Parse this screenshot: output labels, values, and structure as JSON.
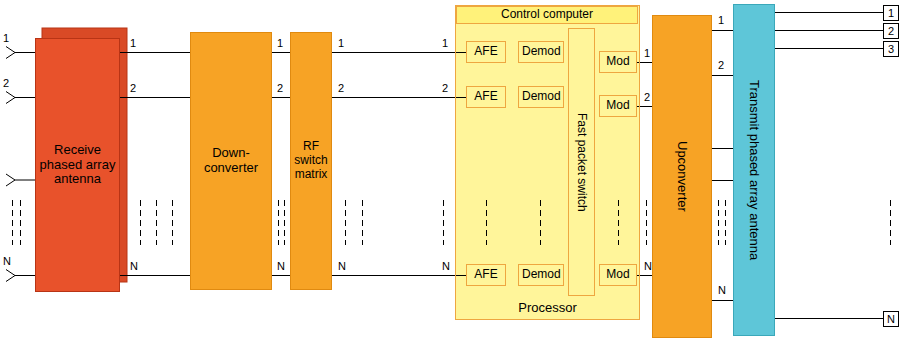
{
  "diagram": {
    "nodes": [
      {
        "text": [
          "Receive phased array antenna"
        ]
      },
      {
        "text": [
          "Down- converter"
        ]
      },
      {
        "text": [
          "RF switch matrix"
        ]
      },
      {
        "text": [
          "Processor"
        ]
      },
      {
        "text": [
          "Control computer"
        ],
        "in": 3
      },
      {
        "text": [
          "AFE"
        ],
        "in": 3
      },
      {
        "text": [
          "Demod"
        ],
        "in": 3
      },
      {
        "text": [
          "Mod"
        ],
        "in": 3
      },
      {
        "text": [
          "AFE"
        ],
        "in": 3
      },
      {
        "text": [
          "Demod"
        ],
        "in": 3
      },
      {
        "text": [
          "Mod"
        ],
        "in": 3
      },
      {
        "text": [
          "AFE"
        ],
        "in": 3
      },
      {
        "text": [
          "Demod"
        ],
        "in": 3
      },
      {
        "text": [
          "Mod"
        ],
        "in": 3
      },
      {
        "text": [
          "Fast packet switch"
        ],
        "in": 3
      },
      {
        "text": [
          "Upconverter"
        ]
      },
      {
        "text": [
          "Transmit phased array antenna"
        ]
      }
    ],
    "edges": [
      {
        "from": 0,
        "to": 1,
        "arrow": "none"
      },
      {
        "from": 0,
        "to": 1,
        "arrow": "none"
      },
      {
        "from": 0,
        "to": 1,
        "arrow": "none"
      },
      {
        "from": 1,
        "to": 2,
        "arrow": "none"
      },
      {
        "from": 1,
        "to": 2,
        "arrow": "none"
      },
      {
        "from": 1,
        "to": 2,
        "arrow": "none"
      },
      {
        "from": 2,
        "to": 5,
        "arrow": "none"
      },
      {
        "from": 2,
        "to": 8,
        "arrow": "none"
      },
      {
        "from": 2,
        "to": 11,
        "arrow": "none"
      },
      {
        "from": 7,
        "to": 15,
        "arrow": "none"
      },
      {
        "from": 10,
        "to": 15,
        "arrow": "none"
      },
      {
        "from": 13,
        "to": 15,
        "arrow": "none"
      },
      {
        "from": 15,
        "to": 16,
        "arrow": "none"
      },
      {
        "from": 15,
        "to": 16,
        "arrow": "none"
      },
      {
        "from": 15,
        "to": 16,
        "arrow": "none"
      },
      {
        "from": 15,
        "to": 16,
        "arrow": "none"
      },
      {
        "from": 15,
        "to": 16,
        "arrow": "none"
      }
    ],
    "labels": [
      "1",
      "2",
      "N",
      "1",
      "2",
      "N",
      "1",
      "2",
      "N",
      "1",
      "2",
      "N",
      "1",
      "2",
      "N",
      "1",
      "2",
      "N",
      "1",
      "2",
      "N",
      "1",
      "2",
      "3",
      "N"
    ]
  }
}
